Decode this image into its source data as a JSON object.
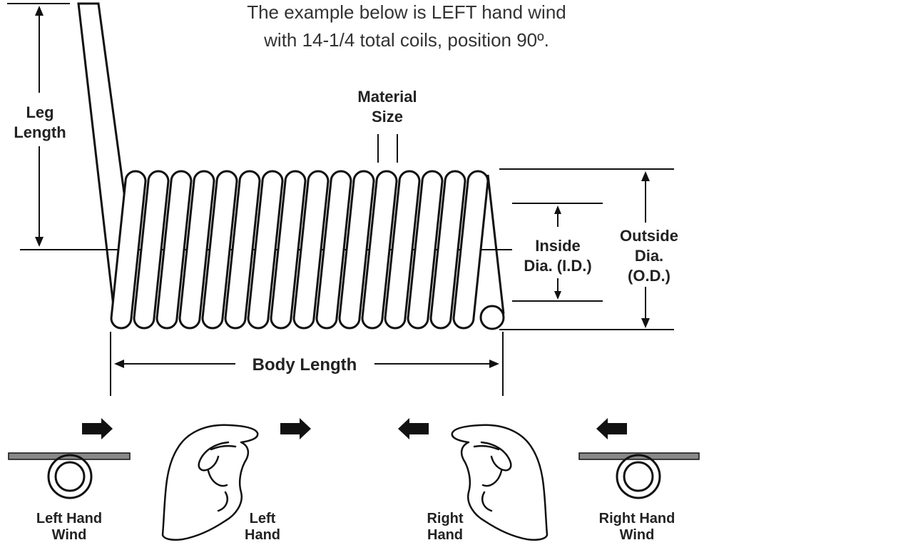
{
  "title": {
    "line1": "The example below is LEFT hand wind",
    "line2": "with 14-1/4 total coils, position 90º."
  },
  "labels": {
    "leg_length": [
      "Leg",
      "Length"
    ],
    "material_size": [
      "Material",
      "Size"
    ],
    "inside_dia": [
      "Inside",
      "Dia. (I.D.)"
    ],
    "outside_dia": [
      "Outside",
      "Dia.",
      "(O.D.)"
    ],
    "body_length": "Body Length"
  },
  "wind_examples": {
    "left_wind": [
      "Left Hand",
      "Wind"
    ],
    "left_hand": [
      "Left",
      "Hand"
    ],
    "right_hand": [
      "Right",
      "Hand"
    ],
    "right_wind": [
      "Right Hand",
      "Wind"
    ]
  },
  "icons": [
    "arrow-right-icon",
    "arrow-left-icon",
    "left-hand-icon",
    "right-hand-icon",
    "wind-coil-icon"
  ],
  "colors": {
    "ink": "#111111",
    "bar": "#888888"
  }
}
